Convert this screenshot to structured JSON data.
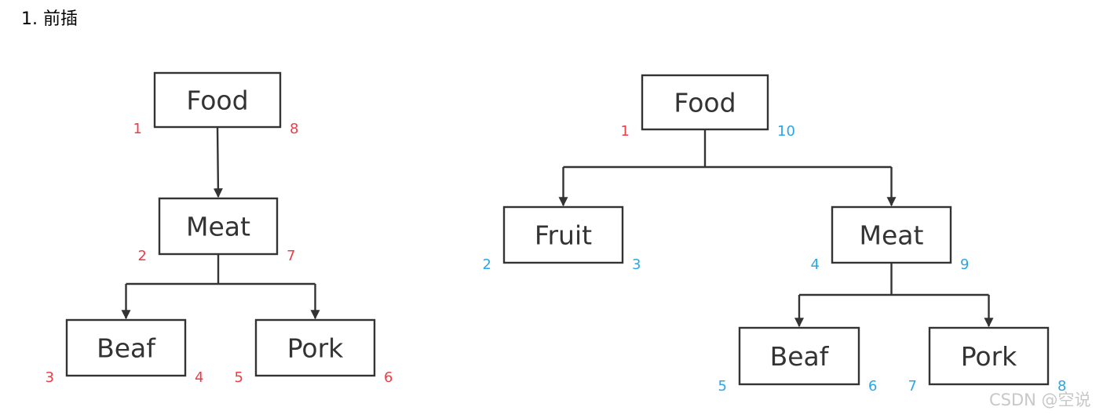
{
  "heading": "1. 前插",
  "watermark": "CSDN @空说",
  "colors": {
    "left_numbers": "#ef3b45",
    "right_numbers": "#2aa6e6",
    "right_root_left_number": "#ef3b45"
  },
  "diagrams": [
    {
      "nodes": [
        {
          "id": "food",
          "label": "Food",
          "left_num": "1",
          "right_num": "8"
        },
        {
          "id": "meat",
          "label": "Meat",
          "left_num": "2",
          "right_num": "7"
        },
        {
          "id": "beaf",
          "label": "Beaf",
          "left_num": "3",
          "right_num": "4"
        },
        {
          "id": "pork",
          "label": "Pork",
          "left_num": "5",
          "right_num": "6"
        }
      ],
      "edges": [
        [
          "food",
          "meat"
        ],
        [
          "meat",
          "beaf"
        ],
        [
          "meat",
          "pork"
        ]
      ]
    },
    {
      "nodes": [
        {
          "id": "food",
          "label": "Food",
          "left_num": "1",
          "right_num": "10"
        },
        {
          "id": "fruit",
          "label": "Fruit",
          "left_num": "2",
          "right_num": "3"
        },
        {
          "id": "meat",
          "label": "Meat",
          "left_num": "4",
          "right_num": "9"
        },
        {
          "id": "beaf",
          "label": "Beaf",
          "left_num": "5",
          "right_num": "6"
        },
        {
          "id": "pork",
          "label": "Pork",
          "left_num": "7",
          "right_num": "8"
        }
      ],
      "edges": [
        [
          "food",
          "fruit"
        ],
        [
          "food",
          "meat"
        ],
        [
          "meat",
          "beaf"
        ],
        [
          "meat",
          "pork"
        ]
      ]
    }
  ]
}
